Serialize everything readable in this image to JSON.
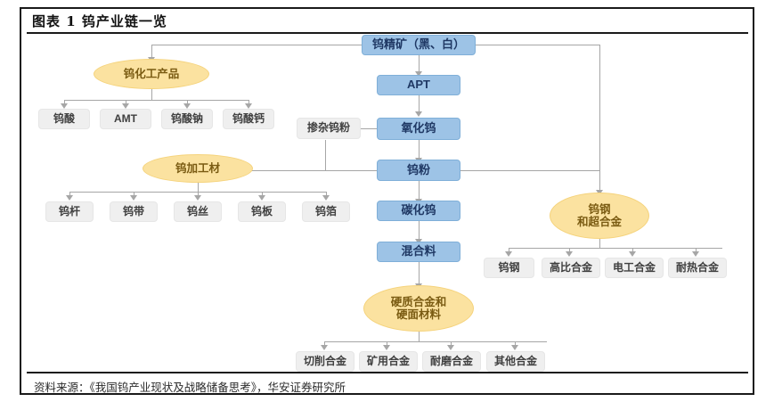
{
  "title": "图表 1 钨产业链一览",
  "footer": "资料来源：《我国钨产业现状及战略储备思考》，华安证券研究所",
  "colors": {
    "blue_fill": "#9DC3E6",
    "blue_text": "#1F3864",
    "grey_fill": "#EFEFEF",
    "grey_text": "#404040",
    "yellow_fill": "#FBE2A0",
    "yellow_text": "#7A5B12",
    "connector": "#A6A6A6",
    "frame": "#1A1A1A"
  },
  "nodes": {
    "concentrate": "钨精矿（黑、白）",
    "apt": "APT",
    "tungsten_oxide": "氧化钨",
    "doped_powder": "掺杂钨粉",
    "tungsten_powder": "钨粉",
    "tungsten_carbide": "碳化钨",
    "mixture": "混合料",
    "chem_products": "钨化工产品",
    "processed_material": "钨加工材",
    "cemented_carbide": "硬质合金和\n硬面材料",
    "cemented_carbide_line1": "硬质合金和",
    "cemented_carbide_line2": "硬面材料",
    "tungsten_steel": "钨钢\n和超合金",
    "tungsten_steel_line1": "钨钢",
    "tungsten_steel_line2": "和超合金"
  },
  "chem_children": [
    {
      "label": "钨酸"
    },
    {
      "label": "AMT"
    },
    {
      "label": "钨酸钠"
    },
    {
      "label": "钨酸钙"
    }
  ],
  "processed_children": [
    {
      "label": "钨杆"
    },
    {
      "label": "钨带"
    },
    {
      "label": "钨丝"
    },
    {
      "label": "钨板"
    },
    {
      "label": "钨箔"
    }
  ],
  "carbide_children": [
    {
      "label": "切削合金"
    },
    {
      "label": "矿用合金"
    },
    {
      "label": "耐磨合金"
    },
    {
      "label": "其他合金"
    }
  ],
  "steel_children": [
    {
      "label": "钨钢"
    },
    {
      "label": "高比合金"
    },
    {
      "label": "电工合金"
    },
    {
      "label": "耐热合金"
    }
  ]
}
